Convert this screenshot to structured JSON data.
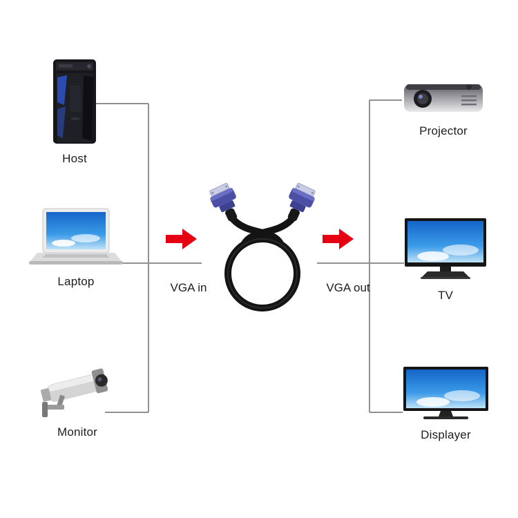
{
  "left_devices": [
    {
      "label": "Host",
      "icon": "pc-tower-icon"
    },
    {
      "label": "Laptop",
      "icon": "laptop-icon"
    },
    {
      "label": "Monitor",
      "icon": "security-camera-icon"
    }
  ],
  "right_devices": [
    {
      "label": "Projector",
      "icon": "projector-icon"
    },
    {
      "label": "TV",
      "icon": "tv-icon"
    },
    {
      "label": "Displayer",
      "icon": "display-monitor-icon"
    }
  ],
  "cable": {
    "vga_in_label": "VGA in",
    "vga_out_label": "VGA out",
    "icon": "vga-cable-icon"
  },
  "colors": {
    "arrow_red": "#e60012",
    "connector_blue": "#4b4fa6",
    "cable_black": "#141414",
    "line_gray": "#909090",
    "screen_blue": "#1565c8",
    "background": "#ffffff"
  }
}
